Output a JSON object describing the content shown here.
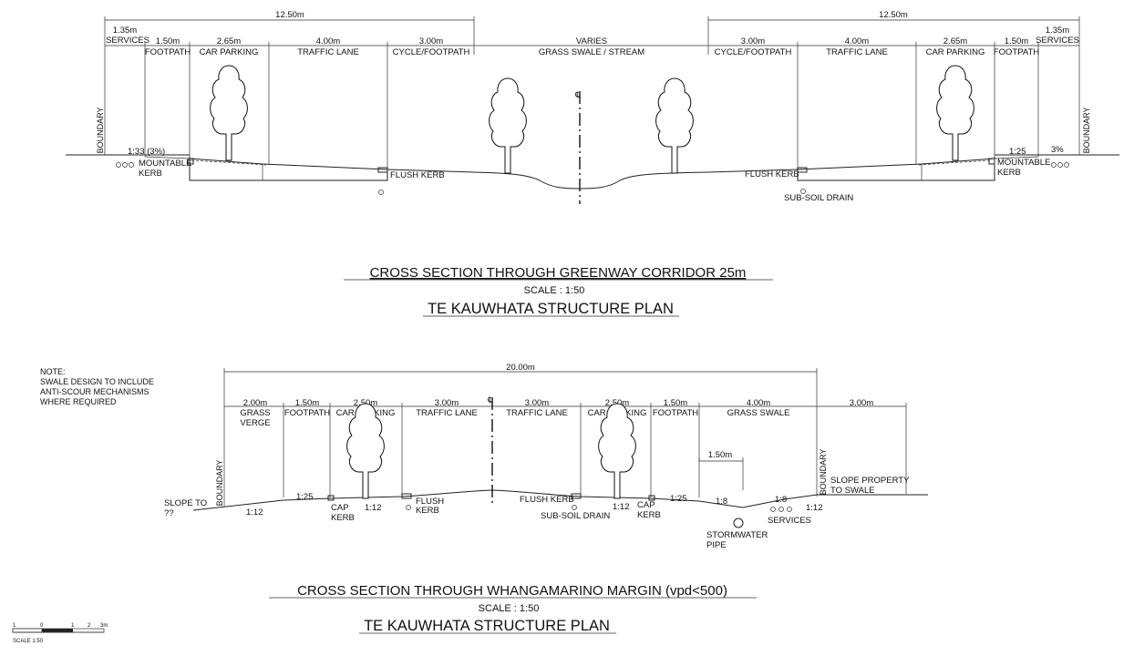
{
  "section1": {
    "title": "CROSS SECTION THROUGH GREENWAY CORRIDOR 25m",
    "scale": "SCALE : 1:50",
    "plan": "TE KAUWHATA STRUCTURE PLAN",
    "half_width": "12.50m",
    "boundary": "BOUNDARY",
    "centerline": "℄",
    "left_zones": [
      {
        "dim": "1.35m",
        "name": "SERVICES"
      },
      {
        "dim": "1.50m",
        "name": "FOOTPATH"
      },
      {
        "dim": "2.65m",
        "name": "CAR PARKING"
      },
      {
        "dim": "4.00m",
        "name": "TRAFFIC LANE"
      },
      {
        "dim": "3.00m",
        "name": "CYCLE/FOOTPATH"
      }
    ],
    "middle_zone": {
      "dim": "VARIES",
      "name": "GRASS SWALE / STREAM"
    },
    "right_zones": [
      {
        "dim": "3.00m",
        "name": "CYCLE/FOOTPATH"
      },
      {
        "dim": "4.00m",
        "name": "TRAFFIC LANE"
      },
      {
        "dim": "2.65m",
        "name": "CAR PARKING"
      },
      {
        "dim": "1.50m",
        "name": "FOOTPATH"
      },
      {
        "dim": "1.35m",
        "name": "SERVICES"
      }
    ],
    "annotations": {
      "slope_left": "1:33 (3%)",
      "mountable_kerb_line1": "MOUNTABLE",
      "mountable_kerb_line2": "KERB",
      "flush_kerb": "FLUSH KERB",
      "subsoil_drain": "SUB-SOIL DRAIN",
      "slope_right": "1:25",
      "pct_right": "3%"
    }
  },
  "section2": {
    "title": "CROSS SECTION THROUGH WHANGAMARINO MARGIN (vpd<500)",
    "scale": "SCALE : 1:50",
    "plan": "TE KAUWHATA STRUCTURE PLAN",
    "total_width": "20.00m",
    "boundary": "BOUNDARY",
    "centerline": "℄",
    "note": [
      "NOTE:",
      "SWALE DESIGN TO INCLUDE",
      "ANTI-SCOUR MECHANISMS",
      "WHERE REQUIRED"
    ],
    "zones": [
      {
        "dim": "2.00m",
        "name": "GRASS",
        "name2": "VERGE"
      },
      {
        "dim": "1.50m",
        "name": "FOOTPATH"
      },
      {
        "dim": "2.50m",
        "name": "CAR PARKING"
      },
      {
        "dim": "3.00m",
        "name": "TRAFFIC LANE"
      },
      {
        "dim": "3.00m",
        "name": "TRAFFIC LANE"
      },
      {
        "dim": "2.50m",
        "name": "CAR PARKING"
      },
      {
        "dim": "1.50m",
        "name": "FOOTPATH"
      },
      {
        "dim": "4.00m",
        "name": "GRASS SWALE"
      },
      {
        "dim": "3.00m",
        "name": ""
      }
    ],
    "swale_sub_dim": "1.50m",
    "annotations": {
      "slope_to": "SLOPE TO",
      "slope_to_q": "??",
      "slope_112": "1:12",
      "slope_125": "1:25",
      "slope_18": "1:8",
      "cap": "CAP",
      "kerb": "KERB",
      "flush": "FLUSH",
      "flush_kerb": "FLUSH KERB",
      "subsoil_drain": "SUB-SOIL DRAIN",
      "stormwater1": "STORMWATER",
      "stormwater2": "PIPE",
      "services": "SERVICES",
      "slope_property1": "SLOPE PROPERTY",
      "slope_property2": "TO SWALE"
    }
  },
  "scale_bar": {
    "ticks": [
      "1",
      "0",
      "1",
      "2",
      "3m"
    ],
    "label": "SCALE 1:50"
  }
}
